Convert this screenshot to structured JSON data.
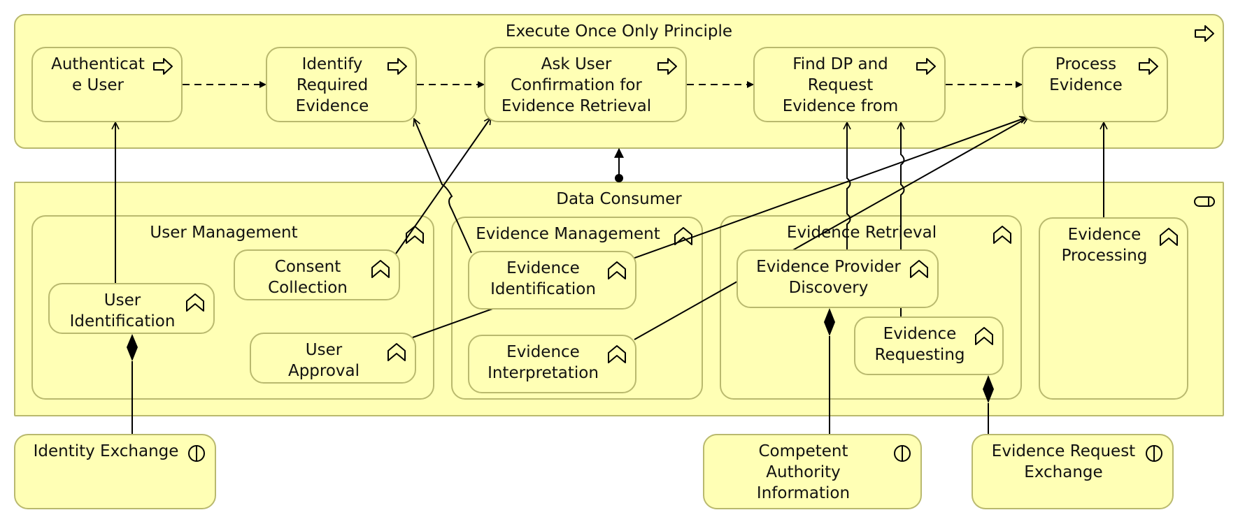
{
  "diagram": {
    "principle": {
      "title": "Execute Once Only Principle",
      "icon": "process-arrow-icon"
    },
    "consumer": {
      "title": "Data Consumer",
      "icon": "application-component-icon"
    },
    "steps": [
      {
        "id": "authenticate",
        "label": "Authenticat\ne User",
        "icon": "process-arrow-icon"
      },
      {
        "id": "identify",
        "label": "Identify\nRequired\nEvidence",
        "icon": "process-arrow-icon"
      },
      {
        "id": "ask",
        "label": "Ask User\nConfirmation for\nEvidence Retrieval",
        "icon": "process-arrow-icon"
      },
      {
        "id": "find",
        "label": "Find DP and\nRequest\nEvidence from",
        "icon": "process-arrow-icon"
      },
      {
        "id": "process",
        "label": "Process\nEvidence",
        "icon": "process-arrow-icon"
      }
    ],
    "groups": [
      {
        "id": "user-management",
        "label": "User Management",
        "icon": "function-chevron-icon"
      },
      {
        "id": "evidence-management",
        "label": "Evidence Management",
        "icon": "function-chevron-icon"
      },
      {
        "id": "evidence-retrieval",
        "label": "Evidence Retrieval",
        "icon": "function-chevron-icon"
      },
      {
        "id": "evidence-processing",
        "label": "Evidence\nProcessing",
        "icon": "function-chevron-icon"
      }
    ],
    "functions": [
      {
        "id": "user-identification",
        "label": "User\nIdentification",
        "icon": "function-chevron-icon"
      },
      {
        "id": "consent-collection",
        "label": "Consent\nCollection",
        "icon": "function-chevron-icon"
      },
      {
        "id": "user-approval",
        "label": "User\nApproval",
        "icon": "function-chevron-icon"
      },
      {
        "id": "evidence-identification",
        "label": "Evidence\nIdentification",
        "icon": "function-chevron-icon"
      },
      {
        "id": "evidence-interpretation",
        "label": "Evidence\nInterpretation",
        "icon": "function-chevron-icon"
      },
      {
        "id": "evidence-provider-discovery",
        "label": "Evidence Provider\nDiscovery",
        "icon": "function-chevron-icon"
      },
      {
        "id": "evidence-requesting",
        "label": "Evidence\nRequesting",
        "icon": "function-chevron-icon"
      }
    ],
    "interfaces": [
      {
        "id": "identity-exchange",
        "label": "Identity Exchange",
        "icon": "interface-icon"
      },
      {
        "id": "competent-authority-information",
        "label": "Competent\nAuthority\nInformation",
        "icon": "interface-icon"
      },
      {
        "id": "evidence-request-exchange",
        "label": "Evidence Request\nExchange",
        "icon": "interface-icon"
      }
    ],
    "relations": {
      "flows": [
        {
          "from": "authenticate",
          "to": "identify"
        },
        {
          "from": "identify",
          "to": "ask"
        },
        {
          "from": "ask",
          "to": "find"
        },
        {
          "from": "find",
          "to": "process"
        }
      ],
      "realizations": [
        {
          "from": "user-identification",
          "to": "authenticate"
        },
        {
          "from": "consent-collection",
          "to": "ask"
        },
        {
          "from": "evidence-identification",
          "to": "identify"
        },
        {
          "from": "user-approval",
          "to": "process"
        },
        {
          "from": "evidence-interpretation",
          "to": "process"
        },
        {
          "from": "evidence-provider-discovery",
          "to": "find"
        },
        {
          "from": "evidence-requesting",
          "to": "find"
        },
        {
          "from": "evidence-processing",
          "to": "process"
        }
      ],
      "compositions": [
        {
          "from": "user-identification",
          "to": "identity-exchange"
        },
        {
          "from": "evidence-provider-discovery",
          "to": "competent-authority-information"
        },
        {
          "from": "evidence-requesting",
          "to": "evidence-request-exchange"
        }
      ],
      "assignment": {
        "from": "consumer",
        "to": "principle"
      }
    }
  }
}
